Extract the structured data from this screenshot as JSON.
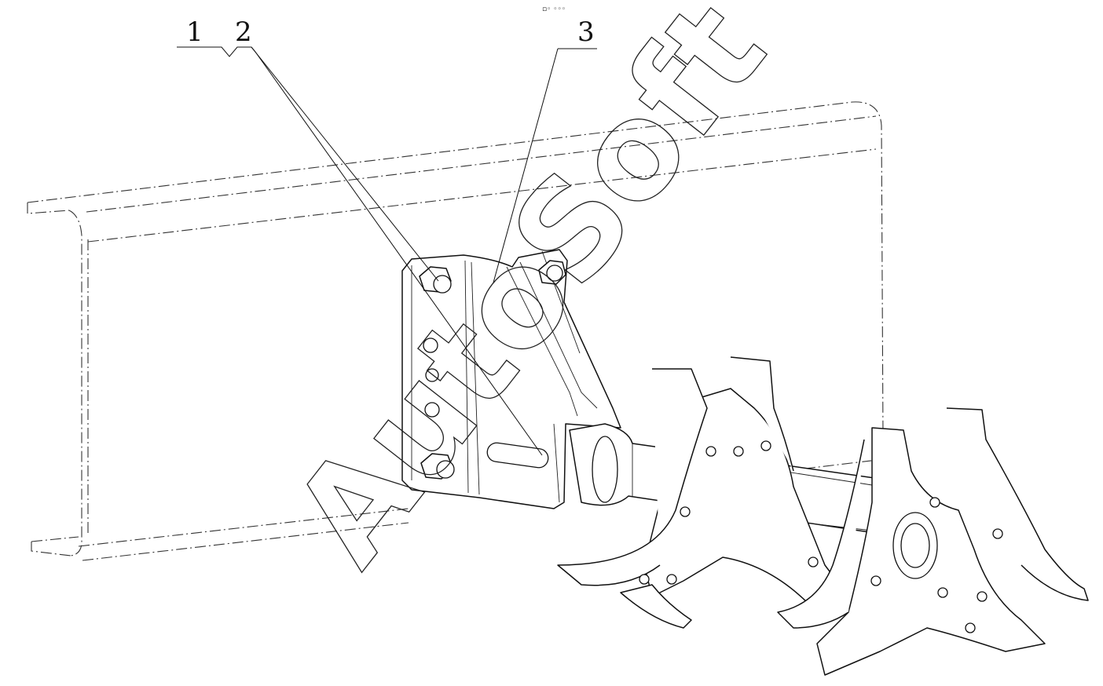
{
  "callouts": [
    {
      "id": "1",
      "label": "1"
    },
    {
      "id": "2",
      "label": "2"
    },
    {
      "id": "3",
      "label": "3"
    }
  ],
  "top_mark": "▫◦ ◦◦◦",
  "watermark": "AutoSoft",
  "colors": {
    "ink": "#111111",
    "background": "#ffffff"
  }
}
